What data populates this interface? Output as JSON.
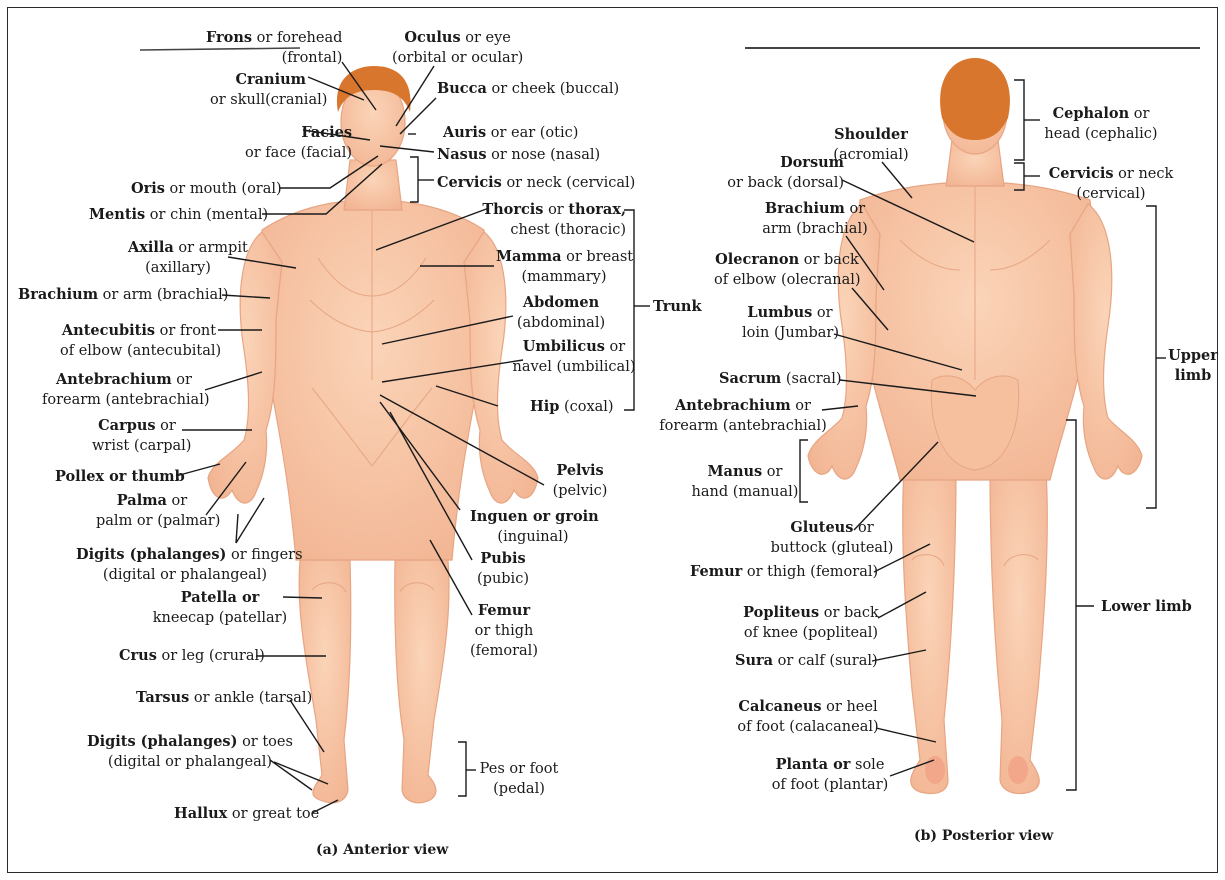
{
  "colors": {
    "skin": "#f8c7a7",
    "skin_shadow": "#e7a583",
    "hair": "#d9762e",
    "line": "#1a1a1a"
  },
  "anterior": {
    "caption": "(a) Anterior view",
    "frons": {
      "term": "Frons",
      "a": " or forehead",
      "b": "(frontal)"
    },
    "oculus": {
      "term": "Oculus",
      "a": " or eye",
      "b": "(orbital or ocular)"
    },
    "cranium": {
      "term": "Cranium",
      "b": "or skull(cranial)"
    },
    "bucca": {
      "term": "Bucca",
      "a": " or cheek (buccal)"
    },
    "facies": {
      "term": "Facies",
      "b": "or face (facial)"
    },
    "auris": {
      "term": "Auris",
      "a": " or ear (otic)"
    },
    "nasus": {
      "term": "Nasus",
      "a": " or nose (nasal)"
    },
    "oris": {
      "term": "Oris",
      "a": " or mouth (oral)"
    },
    "cervicis": {
      "term": "Cervicis",
      "a": " or neck (cervical)"
    },
    "mentis": {
      "term": "Mentis",
      "a": " or chin (mental)"
    },
    "thorcis": {
      "term": "Thorcis",
      "mid": " or ",
      "term2": "thorax,",
      "b": "chest (thoracic)"
    },
    "axilla": {
      "term": "Axilla",
      "a": " or armpit",
      "b": "(axillary)"
    },
    "mamma": {
      "term": "Mamma",
      "a": " or breast",
      "b": "(mammary)"
    },
    "brachium": {
      "term": "Brachium",
      "a": " or arm (brachial)"
    },
    "abdomen": {
      "term": "Abdomen",
      "b": "(abdominal)"
    },
    "trunk": "Trunk",
    "antecubitis": {
      "term": "Antecubitis",
      "a": " or front",
      "b": "of elbow (antecubital)"
    },
    "umbilicus": {
      "term": "Umbilicus",
      "a": " or",
      "b": "navel (umbilical)"
    },
    "antebrachium": {
      "term": "Antebrachium",
      "a": " or",
      "b": "forearm (antebrachial)"
    },
    "hip": {
      "term": "Hip",
      "a": " (coxal)"
    },
    "carpus": {
      "term": "Carpus",
      "a": " or",
      "b": "wrist (carpal)"
    },
    "pollex": {
      "term": "Pollex or thumb"
    },
    "pelvis": {
      "term": "Pelvis",
      "b": "(pelvic)"
    },
    "palma": {
      "term": "Palma",
      "a": " or",
      "b": "palm or (palmar)"
    },
    "inguen": {
      "term": "Inguen or groin",
      "b": "(inguinal)"
    },
    "digits_hand": {
      "term": "Digits (phalanges)",
      "a": " or fingers",
      "b": "(digital or phalangeal)"
    },
    "pubis": {
      "term": "Pubis",
      "b": "(pubic)"
    },
    "patella": {
      "term": "Patella or",
      "b": "kneecap (patellar)"
    },
    "femur": {
      "term": "Femur",
      "b1": "or thigh",
      "b2": "(femoral)"
    },
    "crus": {
      "term": "Crus",
      "a": " or leg (crural)"
    },
    "tarsus": {
      "term": "Tarsus",
      "a": " or ankle (tarsal)"
    },
    "digits_foot": {
      "term": "Digits (phalanges)",
      "a": " or toes",
      "b": "(digital or phalangeal)"
    },
    "pes": {
      "a": "Pes or foot",
      "b": "(pedal)"
    },
    "hallux": {
      "term": "Hallux",
      "a": " or great toe"
    }
  },
  "posterior": {
    "caption": "(b) Posterior view",
    "cephalon": {
      "term": "Cephalon",
      "a": " or",
      "b": "head (cephalic)"
    },
    "shoulder": {
      "term": "Shoulder",
      "b": "(acromial)"
    },
    "dorsum": {
      "term": "Dorsum",
      "b": "or back (dorsal)"
    },
    "cervicis": {
      "term": "Cervicis",
      "a": " or neck",
      "b": "(cervical)"
    },
    "brachium": {
      "term": "Brachium",
      "a": " or",
      "b": "arm (brachial)"
    },
    "olecranon": {
      "term": "Olecranon",
      "a": " or back",
      "b": "of elbow (olecranal)"
    },
    "lumbus": {
      "term": "Lumbus",
      "a": " or",
      "b": "loin (Jumbar)"
    },
    "upper_limb": {
      "a": "Upper",
      "b": "limb"
    },
    "sacrum": {
      "term": "Sacrum",
      "a": " (sacral)"
    },
    "antebrachium": {
      "term": "Antebrachium",
      "a": " or",
      "b": "forearm (antebrachial)"
    },
    "manus": {
      "term": "Manus",
      "a": " or",
      "b": "hand (manual)"
    },
    "gluteus": {
      "term": "Gluteus",
      "a": " or",
      "b": "buttock (gluteal)"
    },
    "femur": {
      "term": "Femur",
      "a": " or thigh (femoral)"
    },
    "lower_limb": "Lower limb",
    "popliteus": {
      "term": "Popliteus",
      "a": " or back",
      "b": "of knee (popliteal)"
    },
    "sura": {
      "term": "Sura",
      "a": " or calf (sural)"
    },
    "calcaneus": {
      "term": "Calcaneus",
      "a": " or heel",
      "b": "of foot (calacaneal)"
    },
    "planta": {
      "term": "Planta o",
      "term2": "r",
      "a": " sole",
      "b": "of foot (plantar)"
    }
  }
}
